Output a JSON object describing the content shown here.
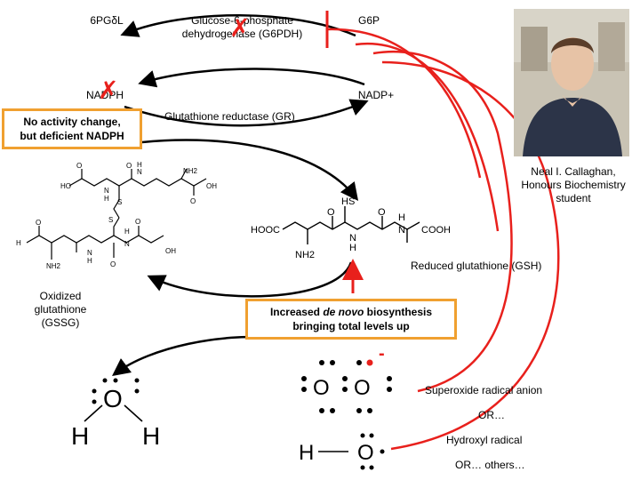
{
  "pathway": {
    "top_left": "6PGδL",
    "enzyme_g6pdh": "Glucose-6-phosphate\ndehydrogenase (G6PDH)",
    "top_right": "G6P",
    "nadph": "NADPH",
    "nadp_plus": "NADP+",
    "enzyme_gr": "Glutathione reductase (GR)"
  },
  "callouts": {
    "deficiency_note": "No activity change,\nbut deficient NADPH",
    "biosynthesis_prefix": "Increased ",
    "biosynthesis_italic": "de novo",
    "biosynthesis_suffix": " biosynthesis\nbringing total levels up"
  },
  "person": {
    "name": "Neal I. Callaghan,",
    "title": "Honours Biochemistry",
    "role": "student"
  },
  "molecules": {
    "gssg_label": "Oxidized\nglutathione\n(GSSG)",
    "gsh_label": "Reduced glutathione (GSH)",
    "superoxide_label": "Superoxide radical anion",
    "or1": "OR…",
    "hydroxyl_label": "Hydroxyl radical",
    "or2": "OR… others…"
  },
  "atoms": {
    "hooc": "HOOC",
    "cooh": "COOH",
    "nh2": "NH2",
    "hs": "HS",
    "n": "N",
    "h": "H",
    "o": "O",
    "s": "S",
    "oh": "OH",
    "nh2_small": "NH2",
    "ho": "HO",
    "minus": "-"
  },
  "colors": {
    "inhibit_red": "#e8201c",
    "callout_border": "#f0a030",
    "arrow_black": "#000000"
  }
}
